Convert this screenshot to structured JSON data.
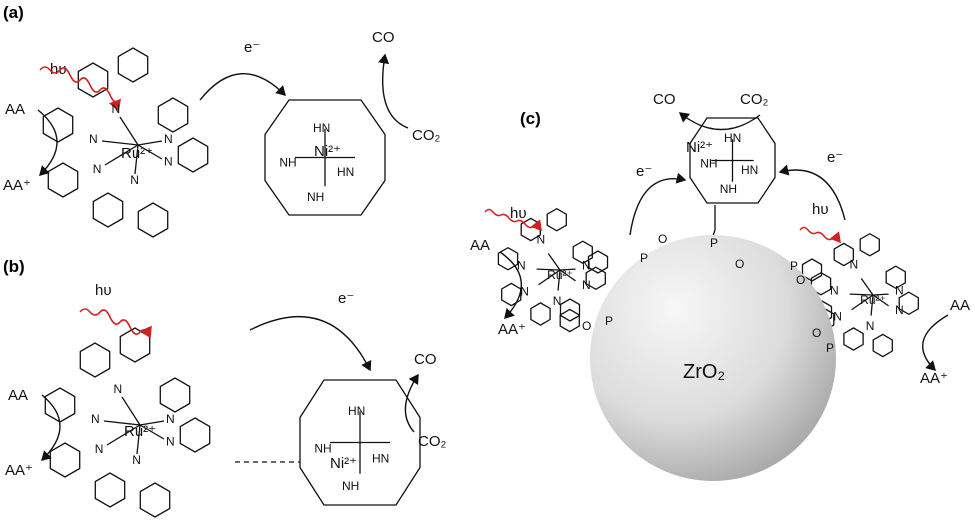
{
  "panels": {
    "a": {
      "label": "(a)",
      "hv": "hυ",
      "electron": "e⁻",
      "co": "CO",
      "co2": "CO₂",
      "aa": "AA",
      "aa_plus": "AA⁺",
      "ru": "Ru²⁺",
      "ni": "Ni²⁺"
    },
    "b": {
      "label": "(b)",
      "hv": "hυ",
      "electron": "e⁻",
      "co": "CO",
      "co2": "CO₂",
      "aa": "AA",
      "aa_plus": "AA⁺",
      "ru": "Ru²⁺",
      "ni": "Ni²⁺"
    },
    "c": {
      "label": "(c)",
      "hv": "hυ",
      "electron": "e⁻",
      "co": "CO",
      "co2": "CO₂",
      "aa": "AA",
      "aa_plus": "AA⁺",
      "ru": "Ru²⁺",
      "ni": "Ni²⁺",
      "support": "ZrO₂"
    }
  },
  "atoms": {
    "n": "N",
    "nh": "NH",
    "hn": "HN",
    "p": "P",
    "o": "O"
  },
  "colors": {
    "light": "#d42020",
    "sphere_light": "#f4f4f4",
    "sphere_dark": "#b8b8b8"
  }
}
